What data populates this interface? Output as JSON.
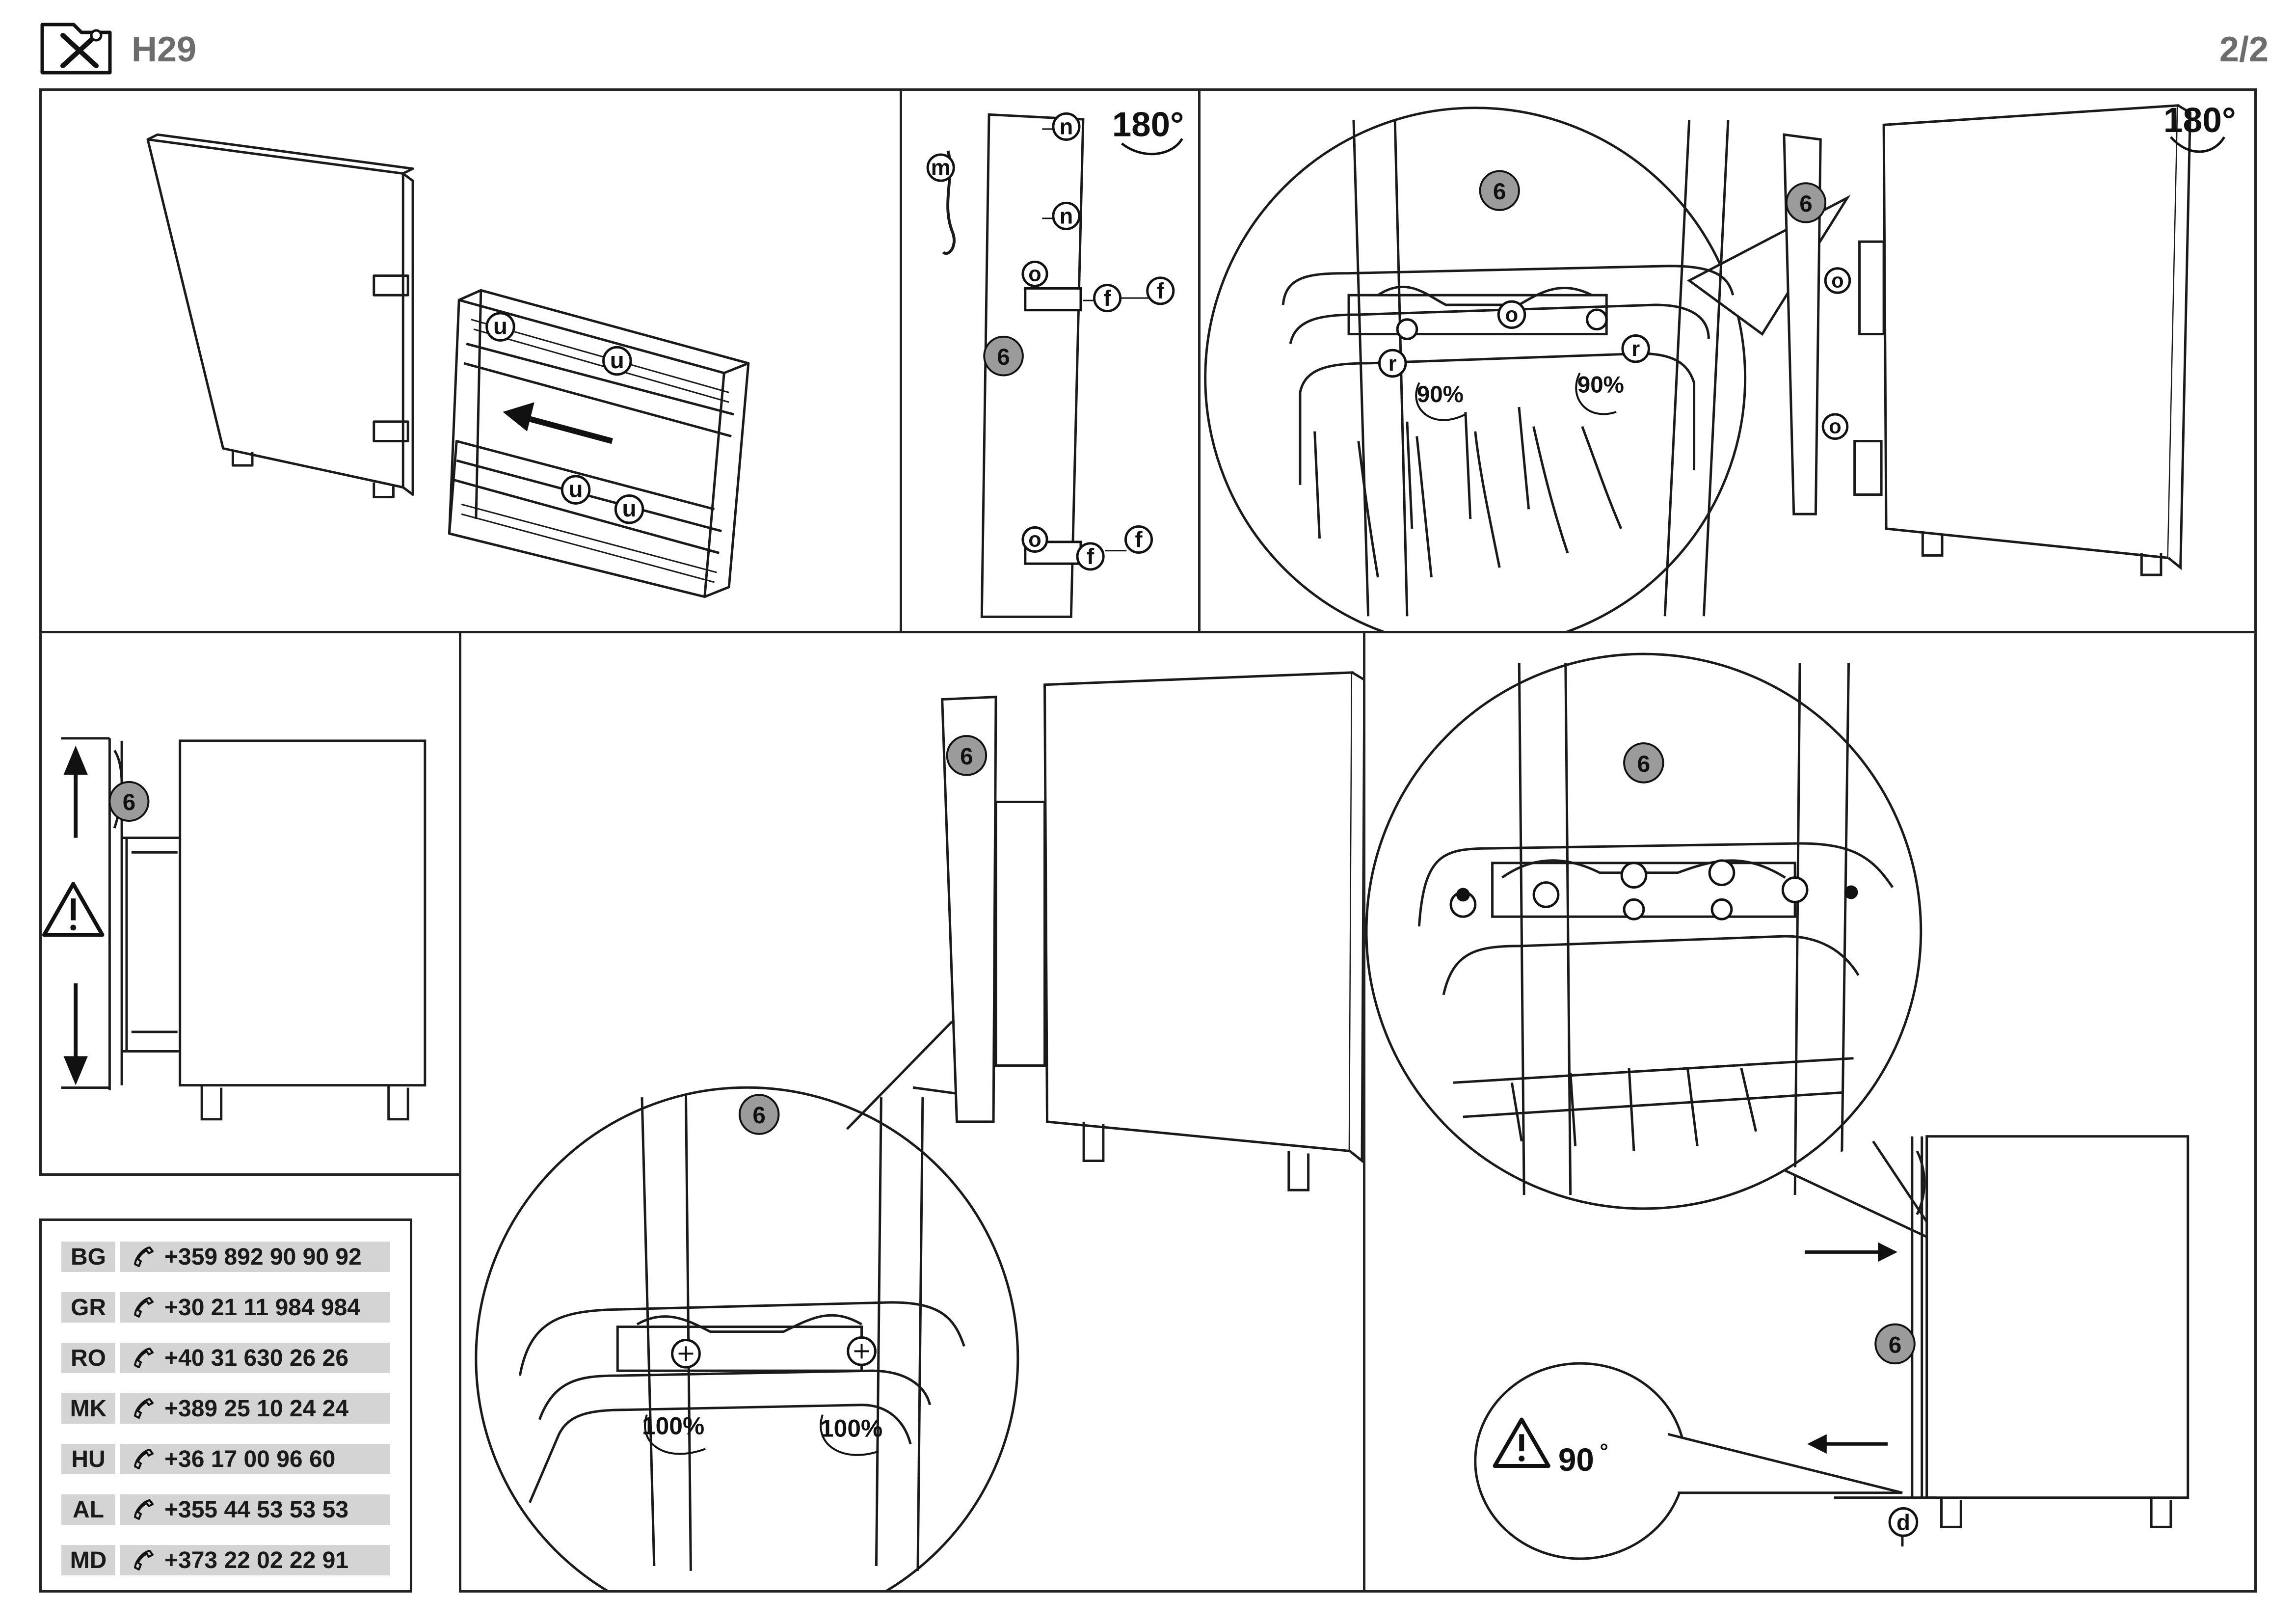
{
  "header": {
    "code": "H29",
    "page": "2/2",
    "icon": "tools-icon"
  },
  "parts": {
    "panel_number": "6",
    "slide": "u",
    "handle": "m",
    "screw_n": "n",
    "plate": "o",
    "screw_f": "f",
    "screw_r": "r",
    "gap": "d"
  },
  "annotations": {
    "rotate": "180°",
    "turn_90": "90%",
    "turn_100": "100%",
    "angle": "90",
    "angle_unit": "°"
  },
  "contacts": [
    {
      "country": "BG",
      "phone": "+359 892 90 90 92"
    },
    {
      "country": "GR",
      "phone": "+30 21 11 984 984"
    },
    {
      "country": "RO",
      "phone": "+40 31 630 26 26"
    },
    {
      "country": "MK",
      "phone": "+389 25 10 24 24"
    },
    {
      "country": "HU",
      "phone": "+36 17 00 96 60"
    },
    {
      "country": "AL",
      "phone": "+355 44 53 53 53"
    },
    {
      "country": "MD",
      "phone": "+373 22 02 22 91"
    }
  ],
  "colors": {
    "line": "#1a1a1a",
    "marker": "#9b9b9b",
    "band": "#d4d4d4",
    "header_text": "#6d6d6d"
  }
}
